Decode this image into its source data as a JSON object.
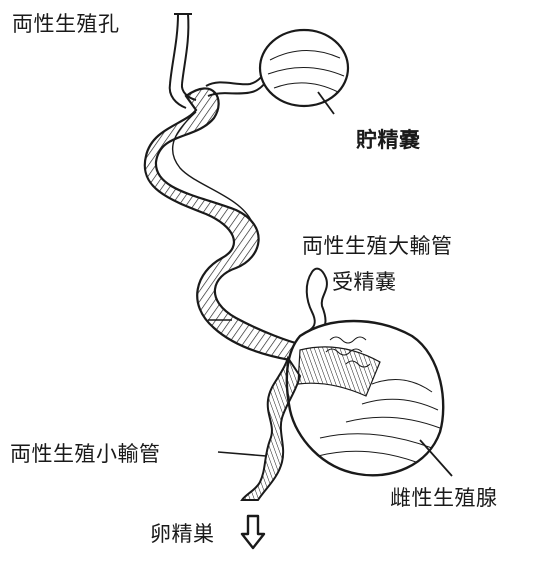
{
  "labels": {
    "genital_pore": "両性生殖孔",
    "sperm_sac": "貯精嚢",
    "large_duct": "両性生殖大輸管",
    "receptacle": "受精嚢",
    "small_duct": "両性生殖小輸管",
    "albumen_gland": "雌性生殖腺",
    "ovotestis": "卵精巣"
  },
  "icons": {
    "ovotestis_direction": "arrow-down-icon"
  },
  "colors": {
    "ink": "#1a1a1a",
    "background": "#ffffff"
  }
}
